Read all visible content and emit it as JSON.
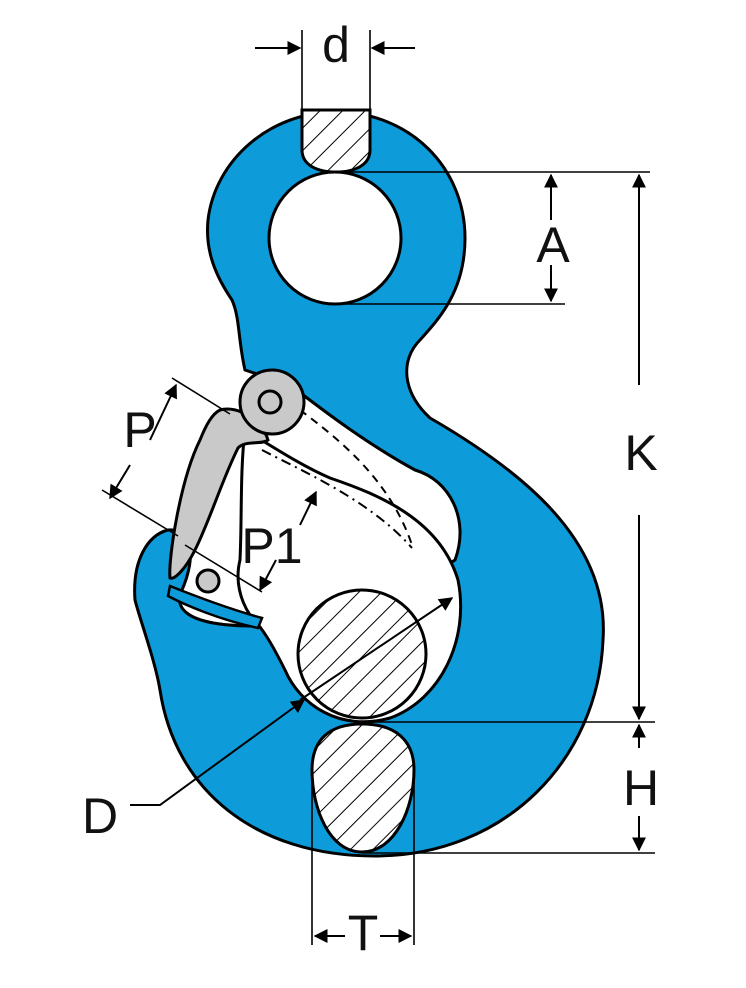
{
  "labels": {
    "d": "d",
    "A": "A",
    "K": "K",
    "P": "P",
    "P1": "P1",
    "D": "D",
    "H": "H",
    "T": "T"
  },
  "colors": {
    "hook_blue": "#0e9bd9",
    "latch_gray": "#c9c9c9",
    "outline": "#000000",
    "background": "#ffffff"
  }
}
